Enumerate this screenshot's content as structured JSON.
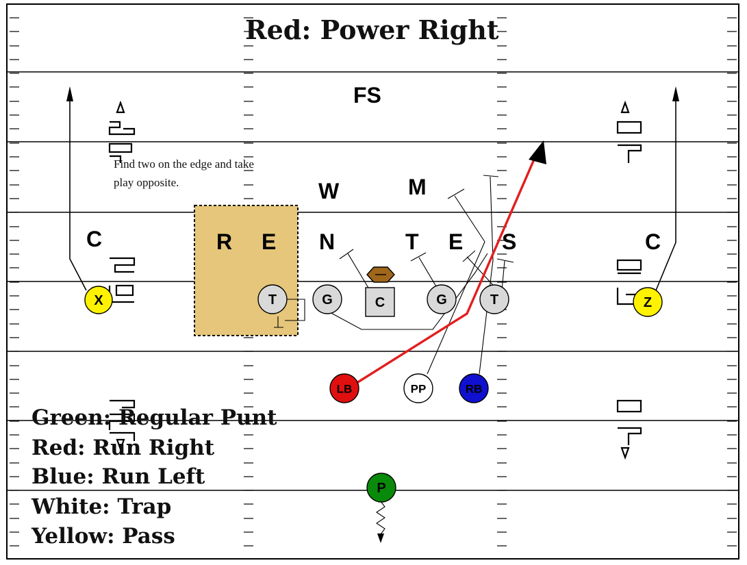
{
  "title": "Red:  Power Right",
  "note": {
    "line1": "Find two on the edge and take",
    "line2": "play opposite."
  },
  "legend": [
    "Green:  Regular Punt",
    "Red:  Run Right",
    "Blue:  Run Left",
    "White:  Trap",
    "Yellow:  Pass"
  ],
  "defense": {
    "fs": "FS",
    "w": "W",
    "m": "M",
    "c_left": "C",
    "r": "R",
    "e_left": "E",
    "n": "N",
    "t_def": "T",
    "e_right": "E",
    "s": "S",
    "c_right": "C"
  },
  "offense": {
    "x": "X",
    "t_left": "T",
    "g_left": "G",
    "c": "C",
    "g_right": "G",
    "t_right": "T",
    "z": "Z",
    "lb": "LB",
    "pp": "PP",
    "rb": "RB",
    "p": "P"
  },
  "colors": {
    "red": "#e31e1e",
    "lb_fill": "#e01010",
    "rb_fill": "#1010d0",
    "p_fill": "#0a8a0a",
    "yellow": "#fff200",
    "white": "#ffffff",
    "gray": "#d9d9d9",
    "highlight": "#e5c67a",
    "ball": "#a0661a"
  },
  "icons": {
    "ball": "football-icon",
    "arrow": "arrowhead-icon"
  }
}
